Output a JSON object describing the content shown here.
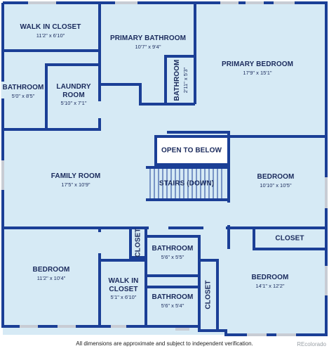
{
  "rooms": {
    "walk_in_closet_1": {
      "name": "WALK IN CLOSET",
      "dims": "11'2\" x 6'10\""
    },
    "primary_bathroom": {
      "name": "PRIMARY BATHROOM",
      "dims": "10'7\" x 9'4\""
    },
    "primary_bedroom": {
      "name": "PRIMARY BEDROOM",
      "dims": "17'9\" x 15'1\""
    },
    "bathroom_1": {
      "name": "BATHROOM",
      "dims": "5'0\" x 8'5\""
    },
    "laundry_room": {
      "name_line1": "LAUNDRY",
      "name_line2": "ROOM",
      "dims": "5'10\" x 7'1\""
    },
    "bathroom_2": {
      "name": "BATHROOM",
      "dims": "2'11\" x 5'3\""
    },
    "open_to_below": {
      "name": "OPEN TO BELOW"
    },
    "family_room": {
      "name": "FAMILY ROOM",
      "dims": "17'5\" x 10'9\""
    },
    "stairs": {
      "name": "STAIRS (DOWN)"
    },
    "bedroom_1": {
      "name": "BEDROOM",
      "dims": "10'10\" x 10'5\""
    },
    "closet_1": {
      "name": "CLOSET"
    },
    "closet_2": {
      "name": "CLOSET"
    },
    "bathroom_3": {
      "name": "BATHROOM",
      "dims": "5'6\" x 5'5\""
    },
    "bedroom_2": {
      "name": "BEDROOM",
      "dims": "11'2\" x 10'4\""
    },
    "walk_in_closet_2": {
      "name_line1": "WALK IN",
      "name_line2": "CLOSET",
      "dims": "5'1\" x 6'10\""
    },
    "bathroom_4": {
      "name": "BATHROOM",
      "dims": "5'6\" x 5'4\""
    },
    "closet_3": {
      "name": "CLOSET"
    },
    "bedroom_3": {
      "name": "BEDROOM",
      "dims": "14'1\" x 12'2\""
    }
  },
  "footer": {
    "disclaimer": "All dimensions are approximate and subject to independent verification.",
    "brand": "REcolorado"
  },
  "colors": {
    "room_fill": "#d6eaf5",
    "wall": "#1b3f96",
    "text": "#1a2a5c"
  }
}
